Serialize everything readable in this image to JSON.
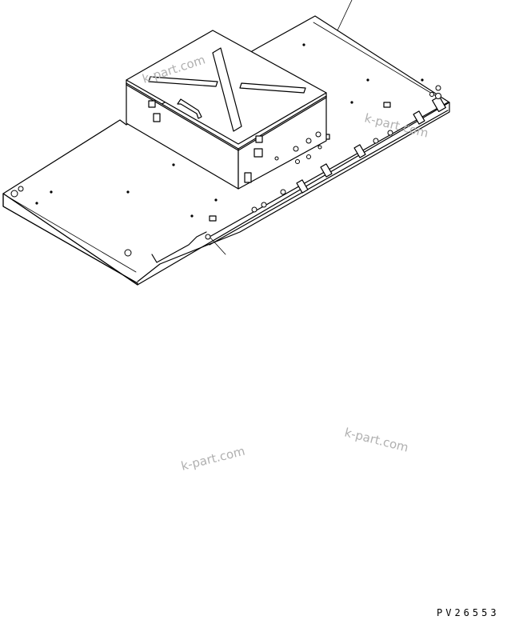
{
  "watermarks": [
    {
      "text": "k-part.com"
    },
    {
      "text": "k-part.com"
    },
    {
      "text": "k-part.com"
    },
    {
      "text": "k-part.com"
    }
  ],
  "drawing_code": "PV26553",
  "colors": {
    "line": "#000000",
    "watermark": "#b0b0b0",
    "background": "#ffffff"
  }
}
